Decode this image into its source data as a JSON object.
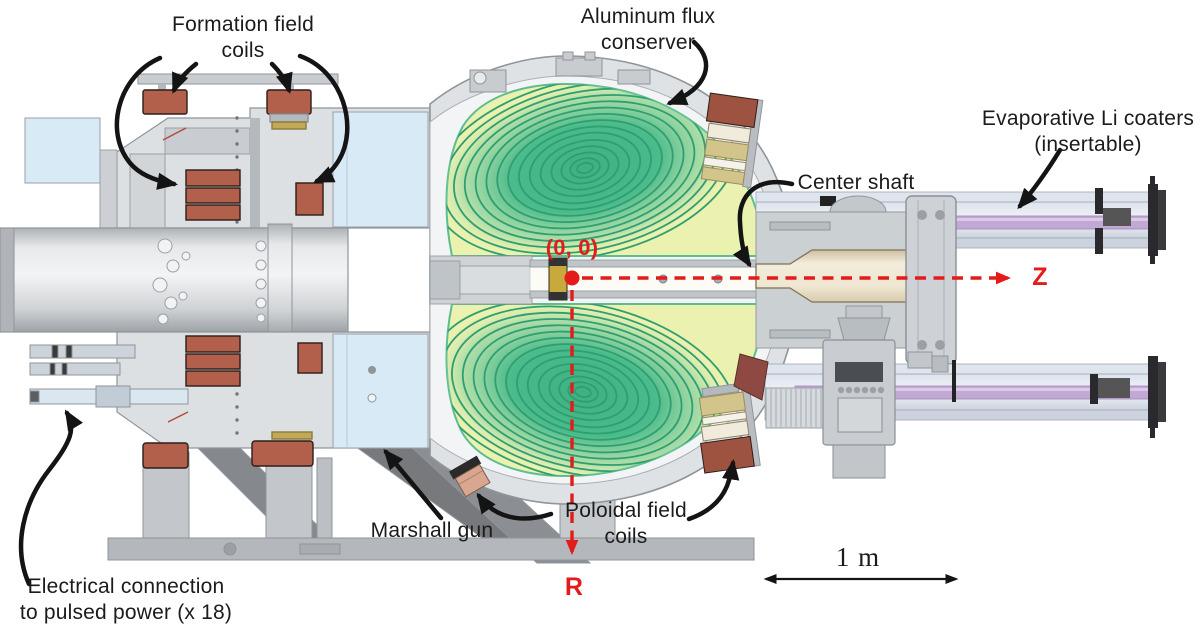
{
  "annotations": {
    "formation_field_coils": {
      "line1": "Formation field",
      "line2": "coils"
    },
    "aluminum_flux_conserver": {
      "line1": "Aluminum flux",
      "line2": "conserver"
    },
    "center_shaft": {
      "label": "Center shaft"
    },
    "evaporative_li_coaters": {
      "line1": "Evaporative Li coaters",
      "line2": "(insertable)"
    },
    "electrical_connection": {
      "line1": "Electrical connection",
      "line2": "to pulsed power (x 18)"
    },
    "marshall_gun": {
      "label": "Marshall gun"
    },
    "poloidal_field_coils": {
      "line1": "Poloidal field",
      "line2": "coils"
    }
  },
  "axes": {
    "origin_label": "(0, 0)",
    "z_label": "Z",
    "r_label": "R",
    "axis_color": "#e31b1b",
    "line_style": "dashed"
  },
  "scale_bar": {
    "label": "1 m"
  },
  "colors": {
    "background": "#ffffff",
    "label_text": "#1b1b1b",
    "annotation_arrows": "#141414",
    "machine_body": "#d3d6d9",
    "machine_outline": "#8f959b",
    "glass_panels": "#d8eaf5",
    "formation_coils": "#b2604c",
    "poloidal_coil_copper": "#9e5240",
    "poloidal_coil_insulation": "#d3c48c",
    "flux_conserver_shell": "#dfe2e4",
    "plasma_open_flux": "#ebf1ae",
    "plasma_closed_flux": "#49b98a",
    "flux_contour_lines": "#2f9e72",
    "center_shaft_body": "#f0e9d6",
    "li_coater_rods": "#c2a8d4"
  }
}
